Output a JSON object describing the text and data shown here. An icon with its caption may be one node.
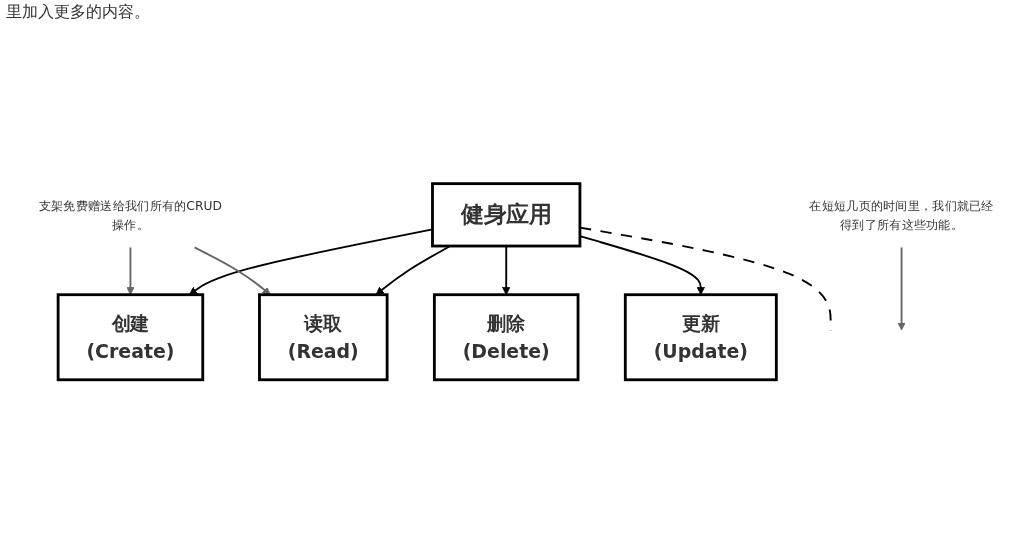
{
  "diagram": {
    "nodes": [
      {
        "text": [
          "健身应用"
        ]
      },
      {
        "text": [
          "创建",
          "(Create)"
        ]
      },
      {
        "text": [
          "删除",
          "(Delete)"
        ]
      },
      {
        "text": [
          "读取",
          "(Read)"
        ]
      },
      {
        "text": [
          "更新",
          "(Update)"
        ]
      },
      {
        "text": [
          "在短短几页的时间里，我们就已经得到了所有这些功能。"
        ]
      },
      {
        "text": [
          "支架免费赠送给我们所有的CRUD操作。"
        ]
      }
    ],
    "edges": [
      {
        "from": 0,
        "to": 1,
        "arrow": "to"
      },
      {
        "from": 0,
        "to": 2,
        "arrow": "to"
      },
      {
        "from": 0,
        "to": 3,
        "arrow": "to"
      },
      {
        "from": 0,
        "to": 4,
        "arrow": "to"
      },
      {
        "from": 0,
        "to": null,
        "arrow": "none",
        "style": "dashed"
      },
      {
        "from": 5,
        "to": null,
        "arrow": "to",
        "color": "#666666"
      },
      {
        "from": 6,
        "to": 1,
        "arrow": "to",
        "color": "#666666"
      },
      {
        "from": 6,
        "to": 3,
        "arrow": "to",
        "color": "#666666"
      }
    ],
    "labels": [
      "里加入更多的内容。"
    ]
  }
}
